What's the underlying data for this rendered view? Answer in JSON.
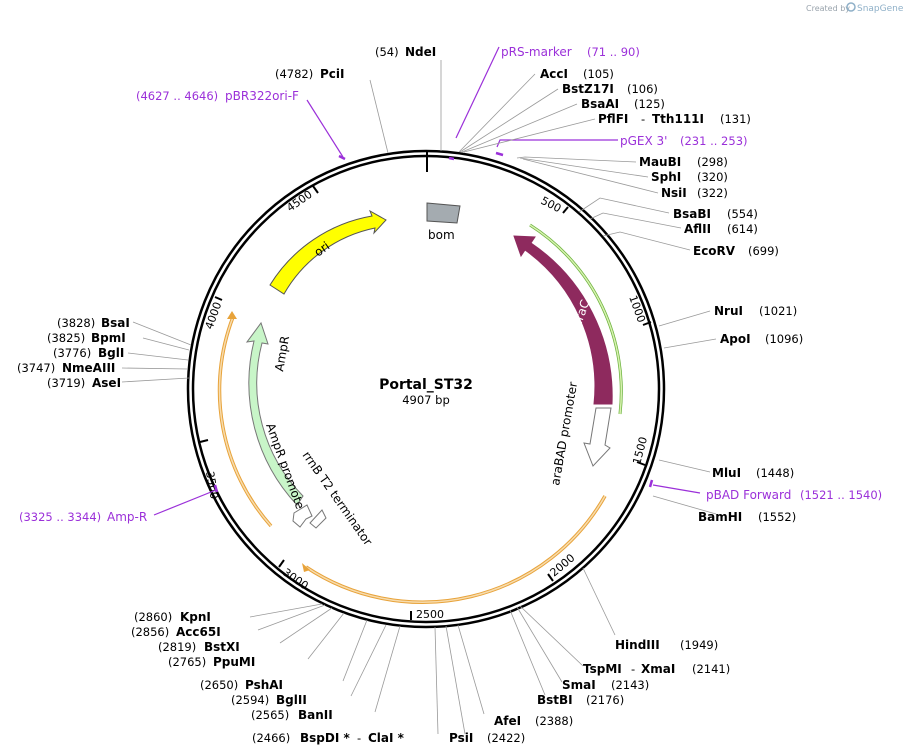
{
  "app": {
    "created_by": "Created by",
    "brand": "SnapGene"
  },
  "plasmid": {
    "name": "Portal_ST32",
    "size_label": "4907 bp"
  },
  "colors": {
    "primer": "#9b30d9",
    "arac": "#8e2a5e",
    "ori": "#ffff00",
    "ampr": "#c8f5c8",
    "cds_outline": "#e8a33a",
    "bom": "#a4abb0"
  },
  "ticks": [
    "500",
    "1000",
    "1500",
    "2000",
    "2500",
    "3000",
    "3500",
    "4000",
    "4500"
  ],
  "features": {
    "ori": "ori",
    "bom": "bom",
    "arac": "araC",
    "arabad": "araBAD promoter",
    "ampr": "AmpR",
    "ampr_prom": "AmpR promoter",
    "rrnb": "rrnB T2 terminator"
  },
  "enzymes": [
    {
      "name": "NdeI",
      "pos": "(54)"
    },
    {
      "name": "PciI",
      "pos": "(4782)"
    },
    {
      "name": "AccI",
      "pos": "(105)"
    },
    {
      "name": "BstZ17I",
      "pos": "(106)"
    },
    {
      "name": "BsaAI",
      "pos": "(125)"
    },
    {
      "name": "PflFI",
      "name2": "Tth111I",
      "sep": "-",
      "pos": "(131)"
    },
    {
      "name": "MauBI",
      "pos": "(298)"
    },
    {
      "name": "SphI",
      "pos": "(320)"
    },
    {
      "name": "NsiI",
      "pos": "(322)"
    },
    {
      "name": "BsaBI",
      "pos": "(554)"
    },
    {
      "name": "AflII",
      "pos": "(614)"
    },
    {
      "name": "EcoRV",
      "pos": "(699)"
    },
    {
      "name": "NruI",
      "pos": "(1021)"
    },
    {
      "name": "ApoI",
      "pos": "(1096)"
    },
    {
      "name": "MluI",
      "pos": "(1448)"
    },
    {
      "name": "BamHI",
      "pos": "(1552)"
    },
    {
      "name": "HindIII",
      "pos": "(1949)"
    },
    {
      "name": "TspMI",
      "name2": "XmaI",
      "sep": "-",
      "pos": "(2141)"
    },
    {
      "name": "SmaI",
      "pos": "(2143)"
    },
    {
      "name": "BstBI",
      "pos": "(2176)"
    },
    {
      "name": "AfeI",
      "pos": "(2388)"
    },
    {
      "name": "PsiI",
      "pos": "(2422)"
    },
    {
      "name": "BspDI *",
      "name2": "ClaI *",
      "sep": "-",
      "pos": "(2466)"
    },
    {
      "name": "BanII",
      "pos": "(2565)"
    },
    {
      "name": "BglII",
      "pos": "(2594)"
    },
    {
      "name": "PshAI",
      "pos": "(2650)"
    },
    {
      "name": "PpuMI",
      "pos": "(2765)"
    },
    {
      "name": "BstXI",
      "pos": "(2819)"
    },
    {
      "name": "Acc65I",
      "pos": "(2856)"
    },
    {
      "name": "KpnI",
      "pos": "(2860)"
    },
    {
      "name": "BsaI",
      "pos": "(3828)"
    },
    {
      "name": "BpmI",
      "pos": "(3825)"
    },
    {
      "name": "BglI",
      "pos": "(3776)"
    },
    {
      "name": "NmeAIII",
      "pos": "(3747)"
    },
    {
      "name": "AseI",
      "pos": "(3719)"
    }
  ],
  "primers": [
    {
      "name": "pRS-marker",
      "pos": "(71 .. 90)"
    },
    {
      "name": "pGEX 3'",
      "pos": "(231 .. 253)"
    },
    {
      "name": "pBR322ori-F",
      "pos": "(4627 .. 4646)"
    },
    {
      "name": "pBAD Forward",
      "pos": "(1521 .. 1540)"
    },
    {
      "name": "Amp-R",
      "pos": "(3325 .. 3344)"
    }
  ]
}
